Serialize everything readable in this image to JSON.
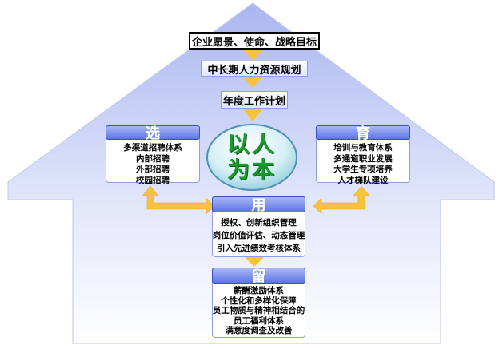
{
  "top_boxes": {
    "vision": "企业愿景、使命、战略目标",
    "mid_long_plan": "中长期人力资源规划",
    "annual_plan": "年度工作计划"
  },
  "center": {
    "line1": "以人",
    "line2": "为本"
  },
  "select": {
    "title": "选",
    "items": [
      "多渠道招聘体系",
      "内部招聘",
      "外部招聘",
      "校园招聘"
    ]
  },
  "develop": {
    "title": "育",
    "items": [
      "培训与教育体系",
      "多通道职业发展",
      "大学生专项培养",
      "人才梯队建设"
    ]
  },
  "use": {
    "title": "用",
    "items": [
      "授权、创新组织管理",
      "岗位价值评估、动态管理",
      "引入先进绩效考核体系"
    ]
  },
  "retain": {
    "title": "留",
    "items": [
      "薪酬激励体系",
      "个性化和多样化保障",
      "员工物质与精神相结合的",
      "员工福利体系",
      "满意度调查及改善"
    ]
  },
  "colors": {
    "house_top": "#b9c3f2",
    "house_bottom": "#ffffff",
    "header_fill": "#6f84ea",
    "arrow_orange": "#f9c23c",
    "center_green": "#1a9a2c"
  }
}
